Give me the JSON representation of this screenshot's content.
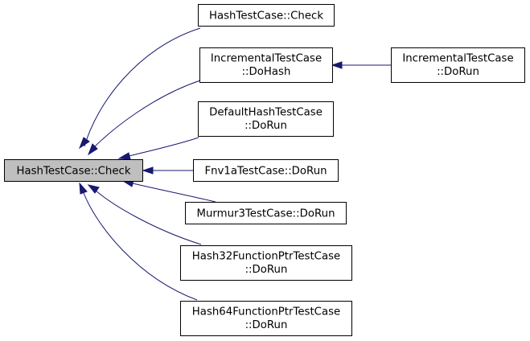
{
  "graph": {
    "root": {
      "label": "HashTestCase::Check"
    },
    "callers": [
      {
        "lines": [
          "HashTestCase::Check"
        ]
      },
      {
        "lines": [
          "IncrementalTestCase",
          "::DoHash"
        ]
      },
      {
        "lines": [
          "DefaultHashTestCase",
          "::DoRun"
        ]
      },
      {
        "lines": [
          "Fnv1aTestCase::DoRun"
        ]
      },
      {
        "lines": [
          "Murmur3TestCase::DoRun"
        ]
      },
      {
        "lines": [
          "Hash32FunctionPtrTestCase",
          "::DoRun"
        ]
      },
      {
        "lines": [
          "Hash64FunctionPtrTestCase",
          "::DoRun"
        ]
      }
    ],
    "second_level": {
      "lines": [
        "IncrementalTestCase",
        "::DoRun"
      ]
    },
    "colors": {
      "edge": "#191970",
      "root_fill": "#bfbfbf",
      "node_fill": "#ffffff",
      "border": "#000000"
    }
  }
}
